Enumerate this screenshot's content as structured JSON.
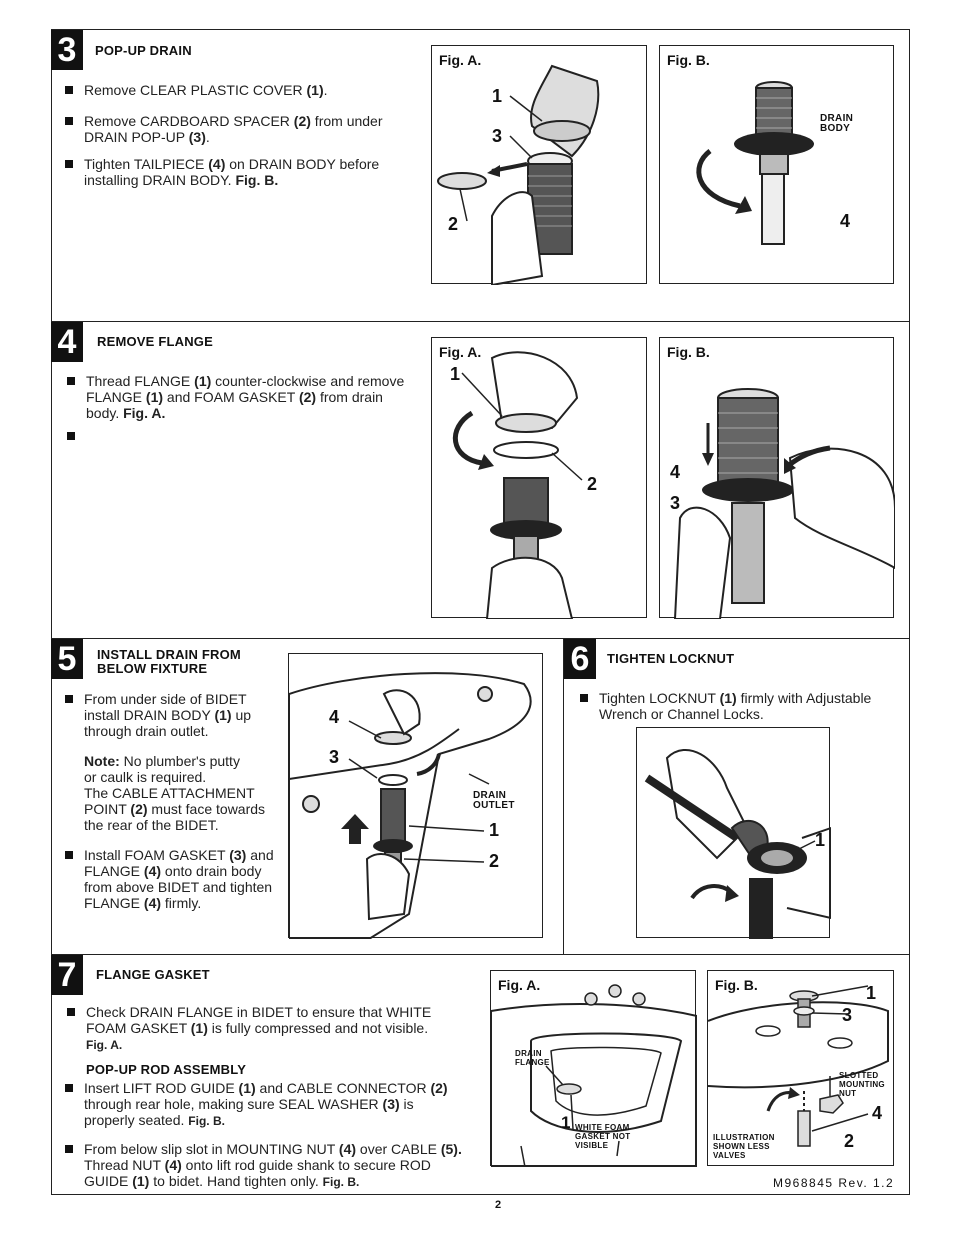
{
  "steps": {
    "s3": {
      "number": "3",
      "title": "POP-UP DRAIN",
      "b1": {
        "a": "Remove CLEAR PLASTIC COVER ",
        "b": "(1)",
        "c": "."
      },
      "b2": {
        "a": "Remove CARDBOARD SPACER ",
        "b": "(2)",
        "c": " from under",
        "d": "DRAIN POP-UP ",
        "e": "(3)",
        "f": "."
      },
      "b3": {
        "a": "Tighten TAILPIECE ",
        "b": "(4)",
        "c": " on DRAIN BODY before",
        "d": "installing DRAIN BODY. ",
        "e": "Fig. B."
      },
      "figA": {
        "label": "Fig. A.",
        "c1": "1",
        "c2": "2",
        "c3": "3"
      },
      "figB": {
        "label": "Fig. B.",
        "drain_body": "DRAIN BODY",
        "c4": "4"
      }
    },
    "s4": {
      "number": "4",
      "title": "REMOVE FLANGE",
      "b1": {
        "a": "Thread FLANGE ",
        "b": "(1)",
        "c": " counter-clockwise and remove",
        "d": "FLANGE ",
        "e": "(1)",
        "f": " and FOAM GASKET ",
        "g": "(2)",
        "h": " from drain",
        "i": "body. ",
        "j": "Fig. A."
      },
      "figA": {
        "label": "Fig. A.",
        "c1": "1",
        "c2": "2"
      },
      "figB": {
        "label": "Fig. B.",
        "c3": "3",
        "c4": "4"
      }
    },
    "s5": {
      "number": "5",
      "title_l1": "INSTALL DRAIN FROM",
      "title_l2": "BELOW FIXTURE",
      "b1": {
        "l1": "From under side of BIDET",
        "l2a": "install DRAIN BODY ",
        "l2b": "(1)",
        "l2c": " up",
        "l3": "through drain outlet."
      },
      "note": {
        "label": "Note:",
        "l1": " No plumber's putty",
        "l2": "or caulk is required.",
        "l3": "The CABLE ATTACHMENT",
        "l4a": "POINT ",
        "l4b": "(2)",
        "l4c": " must face towards",
        "l5": "the rear of the BIDET."
      },
      "b2": {
        "l1a": "Install FOAM GASKET ",
        "l1b": "(3)",
        "l1c": " and",
        "l2a": "FLANGE ",
        "l2b": "(4)",
        "l2c": " onto drain body",
        "l3": "from above BIDET and tighten",
        "l4a": "FLANGE ",
        "l4b": "(4)",
        "l4c": " firmly."
      },
      "fig": {
        "c1": "1",
        "c2": "2",
        "c3": "3",
        "c4": "4",
        "drain_outlet": "DRAIN OUTLET"
      }
    },
    "s6": {
      "number": "6",
      "title": "TIGHTEN LOCKNUT",
      "b1": {
        "a": "Tighten LOCKNUT ",
        "b": "(1)",
        "c": " firmly with Adjustable",
        "d": "Wrench or Channel Locks."
      },
      "fig": {
        "c1": "1"
      }
    },
    "s7": {
      "number": "7",
      "title": "FLANGE GASKET",
      "b1": {
        "a": "Check DRAIN FLANGE in BIDET to ensure that WHITE",
        "b": "FOAM GASKET ",
        "c": "(1)",
        "d": " is fully compressed and not visible.",
        "e": "Fig. A."
      },
      "subtitle": "POP-UP ROD ASSEMBLY",
      "b2": {
        "a": "Insert LIFT ROD GUIDE ",
        "b": "(1)",
        "c": " and CABLE CONNECTOR ",
        "d": "(2)",
        "e": "through rear hole, making sure SEAL WASHER ",
        "f": "(3)",
        "g": " is",
        "h": "properly seated. ",
        "i": "Fig. B."
      },
      "b3": {
        "a": "From below slip slot in MOUNTING NUT ",
        "b": "(4)",
        "c": " over CABLE ",
        "d": "(5).",
        "e": "Thread NUT ",
        "f": "(4)",
        "g": " onto lift rod guide shank to secure ROD",
        "h": "GUIDE ",
        "i": "(1)",
        "j": " to bidet. Hand tighten only. ",
        "k": "Fig. B."
      },
      "figA": {
        "label": "Fig. A.",
        "drain_flange": "DRAIN FLANGE",
        "c1": "1",
        "gasket": "WHITE FOAM GASKET NOT VISIBLE"
      },
      "figB": {
        "label": "Fig. B.",
        "c1": "1",
        "c2": "2",
        "c3": "3",
        "c4": "4",
        "slotted": "SLOTTED MOUNTING NUT",
        "illus": "ILLUSTRATION SHOWN LESS VALVES"
      }
    }
  },
  "footer": {
    "doc_code": "M968845 Rev. 1.2",
    "page": "2"
  }
}
